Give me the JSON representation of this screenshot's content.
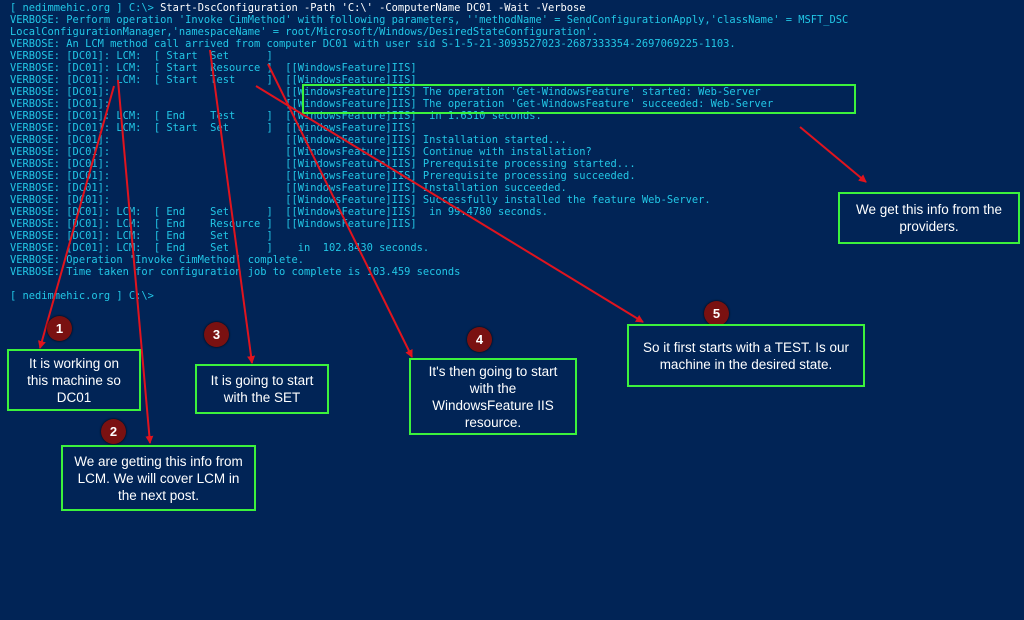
{
  "console": {
    "prompt1": "[ nedimmehic.org ] C:\\>",
    "command": "Start-DscConfiguration -Path 'C:\\' -ComputerName DC01 -Wait -Verbose",
    "lines": [
      "VERBOSE: Perform operation 'Invoke CimMethod' with following parameters, ''methodName' = SendConfigurationApply,'className' = MSFT_DSC",
      "LocalConfigurationManager,'namespaceName' = root/Microsoft/Windows/DesiredStateConfiguration'.",
      "VERBOSE: An LCM method call arrived from computer DC01 with user sid S-1-5-21-3093527023-2687333354-2697069225-1103.",
      "VERBOSE: [DC01]: LCM:  [ Start  Set      ]",
      "VERBOSE: [DC01]: LCM:  [ Start  Resource ]  [[WindowsFeature]IIS]",
      "VERBOSE: [DC01]: LCM:  [ Start  Test     ]  [[WindowsFeature]IIS]",
      "VERBOSE: [DC01]:                            [[WindowsFeature]IIS] The operation 'Get-WindowsFeature' started: Web-Server",
      "VERBOSE: [DC01]:                            [[WindowsFeature]IIS] The operation 'Get-WindowsFeature' succeeded: Web-Server",
      "VERBOSE: [DC01]: LCM:  [ End    Test     ]  [[WindowsFeature]IIS]  in 1.6310 seconds.",
      "VERBOSE: [DC01]: LCM:  [ Start  Set      ]  [[WindowsFeature]IIS]",
      "VERBOSE: [DC01]:                            [[WindowsFeature]IIS] Installation started...",
      "VERBOSE: [DC01]:                            [[WindowsFeature]IIS] Continue with installation?",
      "VERBOSE: [DC01]:                            [[WindowsFeature]IIS] Prerequisite processing started...",
      "VERBOSE: [DC01]:                            [[WindowsFeature]IIS] Prerequisite processing succeeded.",
      "VERBOSE: [DC01]:                            [[WindowsFeature]IIS] Installation succeeded.",
      "VERBOSE: [DC01]:                            [[WindowsFeature]IIS] Successfully installed the feature Web-Server.",
      "VERBOSE: [DC01]: LCM:  [ End    Set      ]  [[WindowsFeature]IIS]  in 99.4780 seconds.",
      "VERBOSE: [DC01]: LCM:  [ End    Resource ]  [[WindowsFeature]IIS]",
      "VERBOSE: [DC01]: LCM:  [ End    Set      ]",
      "VERBOSE: [DC01]: LCM:  [ End    Set      ]    in  102.8430 seconds.",
      "VERBOSE: Operation 'Invoke CimMethod' complete.",
      "VERBOSE: Time taken for configuration job to complete is 103.459 seconds"
    ],
    "prompt2": "[ nedimmehic.org ] C:\\>"
  },
  "annotations": [
    {
      "number": "1",
      "text": "It is working on this machine so DC01"
    },
    {
      "number": "2",
      "text": "We are getting this info from LCM. We will cover LCM in the next post."
    },
    {
      "number": "3",
      "text": "It is going to start with the SET"
    },
    {
      "number": "4",
      "text": "It's then going to start with the WindowsFeature IIS resource."
    },
    {
      "number": "5",
      "text": "So it first starts with a TEST. Is our machine in the desired state."
    }
  ],
  "providers_note": "We get this info from the providers.",
  "colors": {
    "background": "#012456",
    "console_text": "#22c7e6",
    "command_text": "#ffffff",
    "highlight": "#3cf23c",
    "arrow": "#e0141e",
    "badge": "#7a1111"
  }
}
